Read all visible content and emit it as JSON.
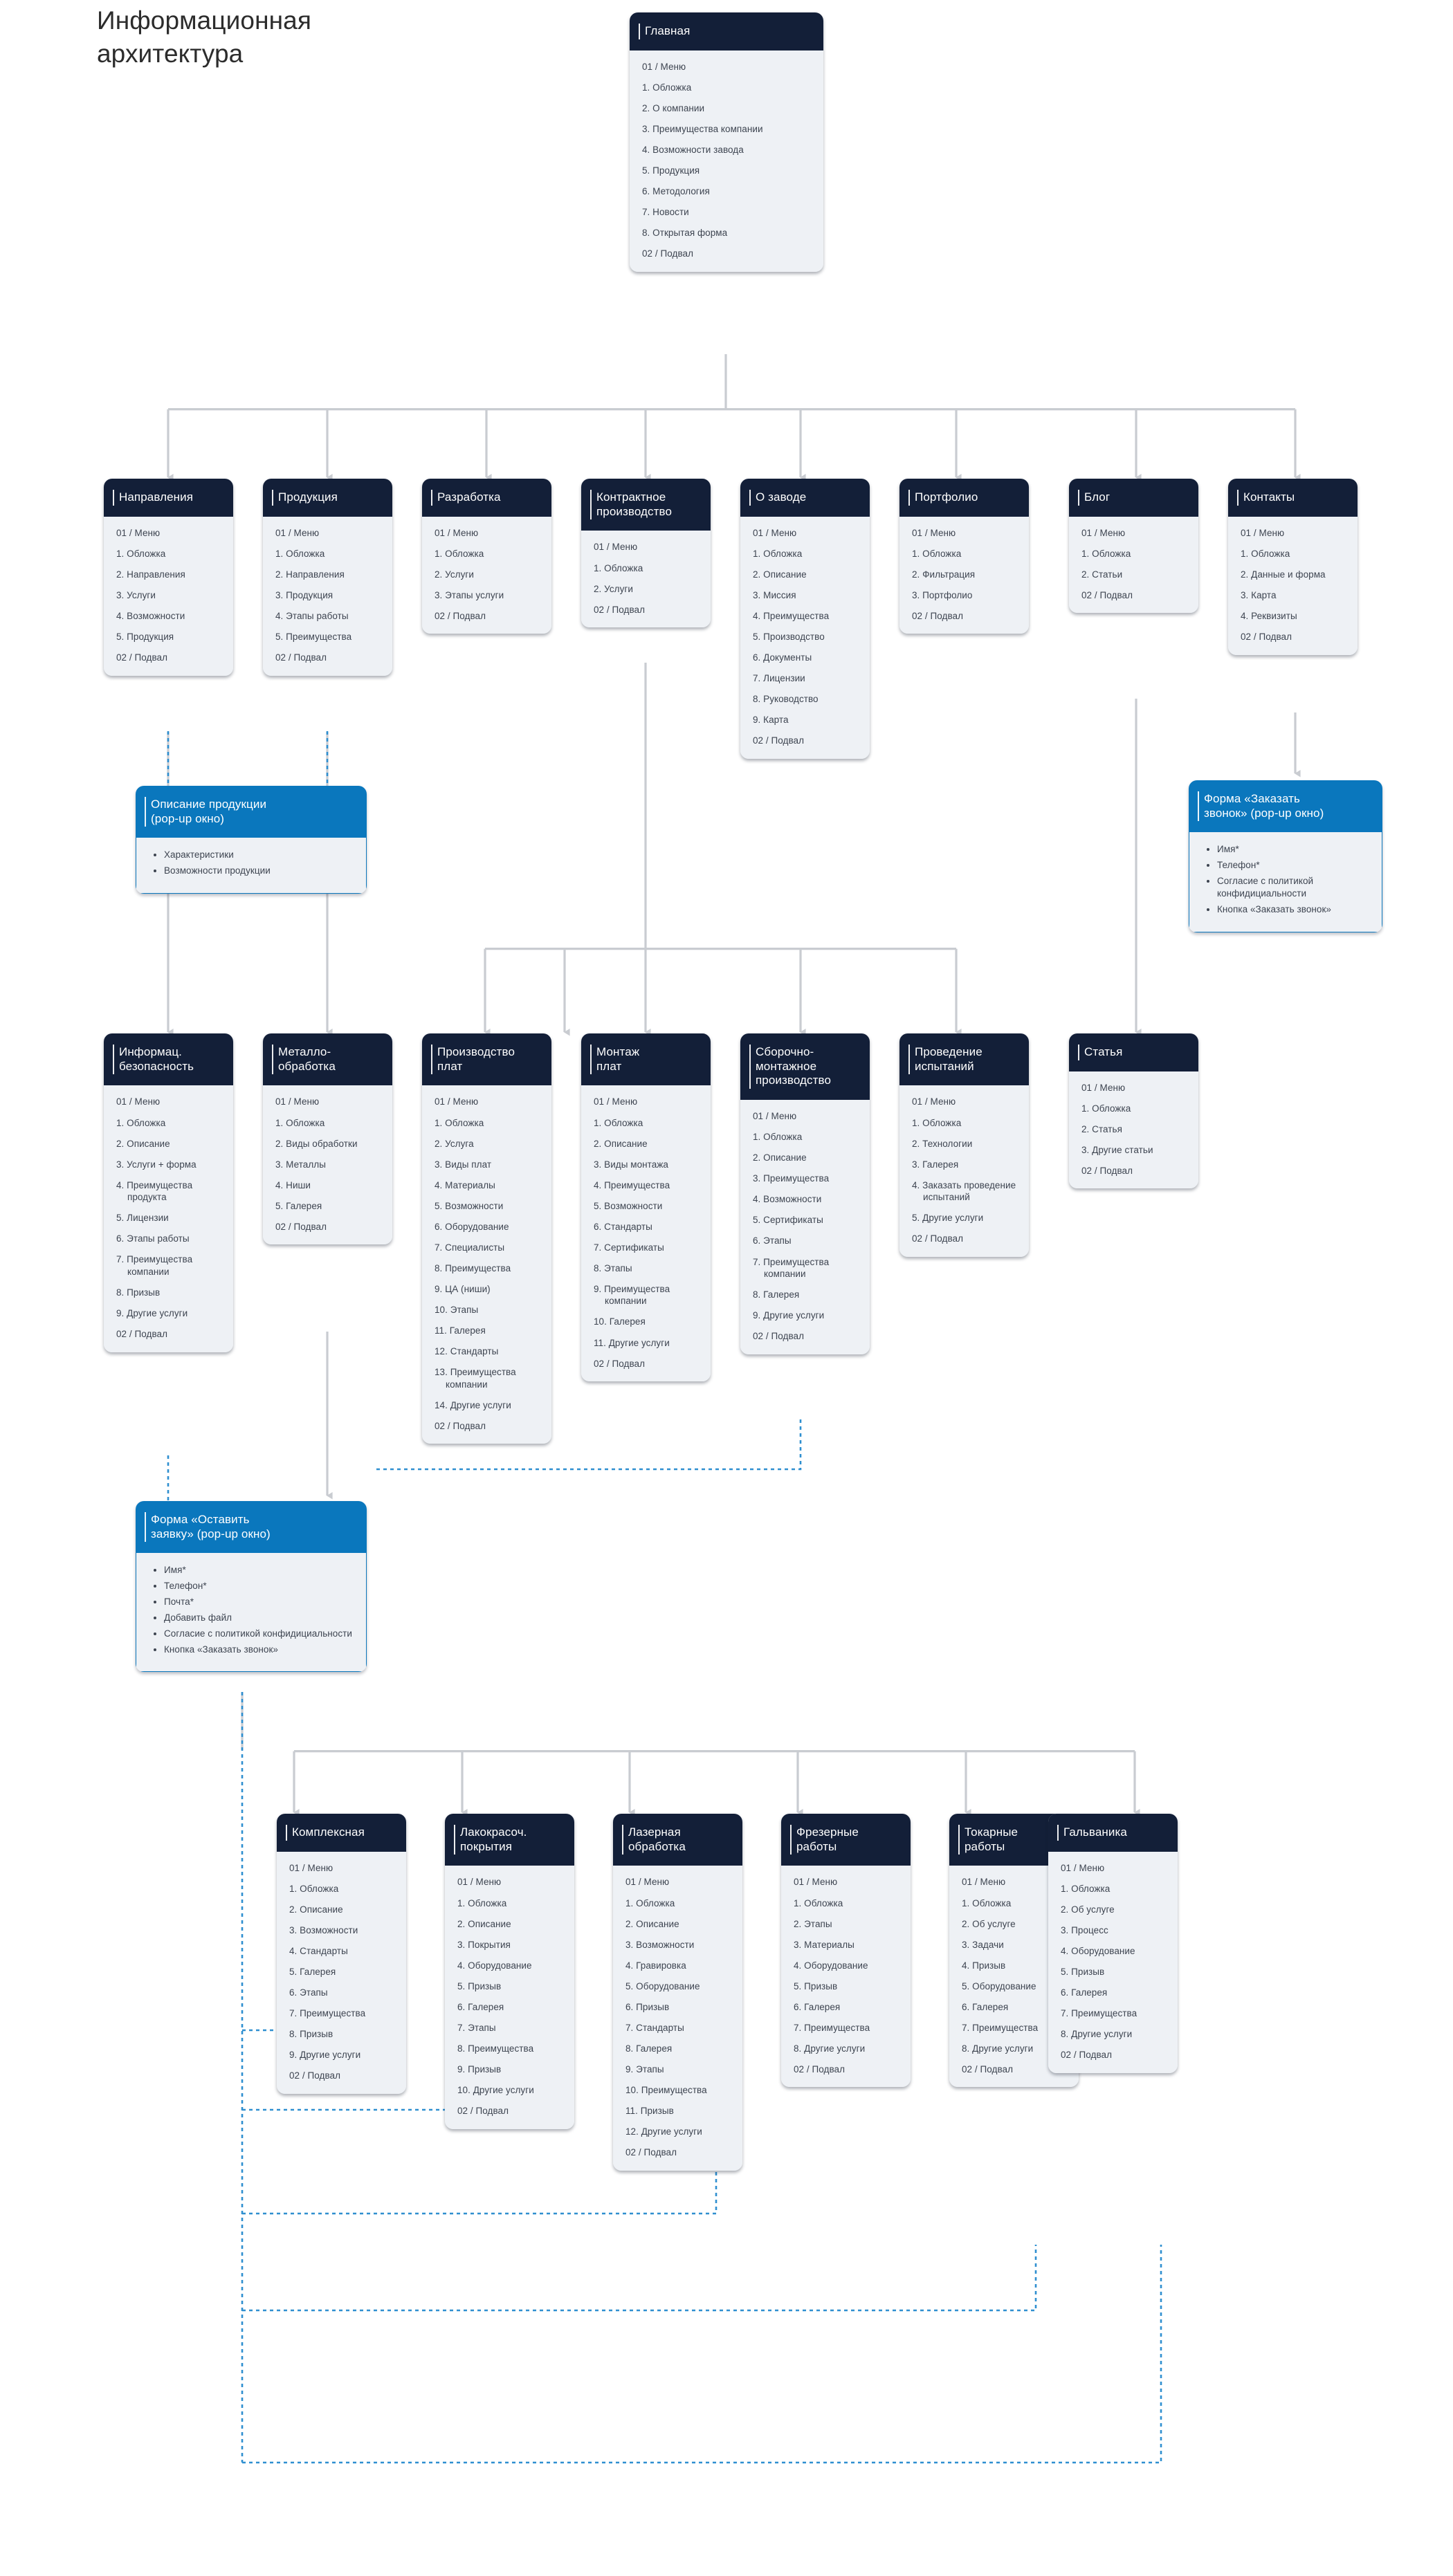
{
  "page": {
    "title": "Информационная\nархитектура",
    "colors": {
      "header_dark": "#131f38",
      "header_blue": "#0a77bd",
      "card_body": "#eef1f5",
      "connector_gray": "#c9ccd1",
      "connector_blue": "#2f8fd0",
      "text": "#3d4450",
      "background": "#ffffff"
    }
  },
  "nodes": {
    "root": {
      "title": "Главная",
      "items": [
        "01 / Меню",
        "1. Обложка",
        "2. О компании",
        "3. Преимущества компании",
        "4. Возможности завода",
        "5. Продукция",
        "6. Методология",
        "7. Новости",
        "8. Открытая форма",
        "02 / Подвал"
      ]
    },
    "napravleniya": {
      "title": "Направления",
      "items": [
        "01 / Меню",
        "1. Обложка",
        "2. Направления",
        "3. Услуги",
        "4. Возможности",
        "5. Продукция",
        "02 / Подвал"
      ]
    },
    "produkciya": {
      "title": "Продукция",
      "items": [
        "01 / Меню",
        "1. Обложка",
        "2. Направления",
        "3. Продукция",
        "4. Этапы работы",
        "5. Преимущества",
        "02 / Подвал"
      ]
    },
    "razrabotka": {
      "title": "Разработка",
      "items": [
        "01 / Меню",
        "1. Обложка",
        "2. Услуги",
        "3. Этапы услуги",
        "02 / Подвал"
      ]
    },
    "kontraktnoe": {
      "title": "Контрактное\nпроизводство",
      "items": [
        "01 / Меню",
        "1. Обложка",
        "2. Услуги",
        "02 / Подвал"
      ]
    },
    "ozavode": {
      "title": "О заводе",
      "items": [
        "01 / Меню",
        "1. Обложка",
        "2. Описание",
        "3. Миссия",
        "4. Преимущества",
        "5. Производство",
        "6. Документы",
        "7. Лицензии",
        "8. Руководство",
        "9. Карта",
        "02 / Подвал"
      ]
    },
    "portfolio": {
      "title": "Портфолио",
      "items": [
        "01 / Меню",
        "1. Обложка",
        "2. Фильтрация",
        "3. Портфолио",
        "02 / Подвал"
      ]
    },
    "blog": {
      "title": "Блог",
      "items": [
        "01 / Меню",
        "1. Обложка",
        "2. Статьи",
        "02 / Подвал"
      ]
    },
    "kontakty": {
      "title": "Контакты",
      "items": [
        "01 / Меню",
        "1. Обложка",
        "2. Данные и форма",
        "3. Карта",
        "4. Реквизиты",
        "02 / Подвал"
      ]
    },
    "popup_opisanie": {
      "title": "Описание продукции\n(pop-up окно)",
      "items": [
        "Характеристики",
        "Возможности продукции"
      ]
    },
    "popup_zvonok": {
      "title": "Форма «Заказать\nзвонок» (pop-up окно)",
      "items": [
        "Имя*",
        "Телефон*",
        "Согласие с политикой конфидициальности",
        "Кнопка «Заказать звонок»"
      ]
    },
    "popup_zayavka": {
      "title": "Форма «Оставить\nзаявку» (pop-up окно)",
      "items": [
        "Имя*",
        "Телефон*",
        "Почта*",
        "Добавить файл",
        "Согласие с политикой конфидициальности",
        "Кнопка «Заказать звонок»"
      ]
    },
    "infobez": {
      "title": "Информац.\nбезопасность",
      "items": [
        "01 / Меню",
        "1. Обложка",
        "2. Описание",
        "3. Услуги + форма",
        "4. Преимущества продукта",
        "5. Лицензии",
        "6. Этапы работы",
        "7.  Преимущества компании",
        "8. Призыв",
        "9. Другие услуги",
        "02 / Подвал"
      ]
    },
    "metallo": {
      "title": "Металло-\nобработка",
      "items": [
        "01 / Меню",
        "1. Обложка",
        "2. Виды обработки",
        "3. Металлы",
        "4. Ниши",
        "5. Галерея",
        "02 / Подвал"
      ]
    },
    "proizvplat": {
      "title": "Производство\nплат",
      "items": [
        "01 / Меню",
        "1. Обложка",
        "2. Услуга",
        "3. Виды плат",
        "4. Материалы",
        "5. Возможности",
        "6. Оборудование",
        "7. Специалисты",
        "8. Преимущества",
        "9. ЦА (ниши)",
        "10. Этапы",
        "11. Галерея",
        "12. Стандарты",
        "13. Преимущества компании",
        "14. Другие услуги",
        "02 / Подвал"
      ]
    },
    "montazhplat": {
      "title": "Монтаж\nплат",
      "items": [
        "01 / Меню",
        "1. Обложка",
        "2. Описание",
        "3. Виды монтажа",
        "4. Преимущества",
        "5. Возможности",
        "6. Стандарты",
        "7. Сертификаты",
        "8. Этапы",
        "9. Преимущества компании",
        "10. Галерея",
        "11. Другие услуги",
        "02 / Подвал"
      ]
    },
    "sborochno": {
      "title": "Сборочно-\nмонтажное\nпроизводство",
      "items": [
        "01 / Меню",
        "1. Обложка",
        "2. Описание",
        "3. Преимущества",
        "4. Возможности",
        "5. Сертификаты",
        "6. Этапы",
        "7. Преимущества компании",
        "8. Галерея",
        "9. Другие услуги",
        "02 / Подвал"
      ]
    },
    "ispytaniya": {
      "title": "Проведение\nиспытаний",
      "items": [
        "01 / Меню",
        "1. Обложка",
        "2. Технологии",
        "3. Галерея",
        "4. Заказать проведение испытаний",
        "5. Другие услуги",
        "02 / Подвал"
      ]
    },
    "statya": {
      "title": "Статья",
      "items": [
        "01 / Меню",
        "1. Обложка",
        "2. Статья",
        "3. Другие статьи",
        "02 / Подвал"
      ]
    },
    "kompleksnaya": {
      "title": "Комплексная",
      "items": [
        "01 / Меню",
        "1. Обложка",
        "2. Описание",
        "3. Возможности",
        "4. Стандарты",
        "5. Галерея",
        "6. Этапы",
        "7. Преимущества",
        "8. Призыв",
        "9. Другие услуги",
        "02 / Подвал"
      ]
    },
    "lakokras": {
      "title": "Лакокрасоч.\nпокрытия",
      "items": [
        "01 / Меню",
        "1. Обложка",
        "2. Описание",
        "3. Покрытия",
        "4. Оборудование",
        "5. Призыв",
        "6. Галерея",
        "7. Этапы",
        "8. Преимущества",
        "9. Призыв",
        "10. Другие услуги",
        "02 / Подвал"
      ]
    },
    "lazernaya": {
      "title": "Лазерная\nобработка",
      "items": [
        "01 / Меню",
        "1. Обложка",
        "2. Описание",
        "3. Возможности",
        "4. Гравировка",
        "5. Оборудование",
        "6. Призыв",
        "7. Стандарты",
        "8. Галерея",
        "9. Этапы",
        "10. Преимущества",
        "11. Призыв",
        "12. Другие услуги",
        "02 / Подвал"
      ]
    },
    "frezernye": {
      "title": "Фрезерные\nработы",
      "items": [
        "01 / Меню",
        "1. Обложка",
        "2. Этапы",
        "3. Материалы",
        "4. Оборудование",
        "5. Призыв",
        "6. Галерея",
        "7. Преимущества",
        "8. Другие услуги",
        "02 / Подвал"
      ]
    },
    "tokarnye": {
      "title": "Токарные\nработы",
      "items": [
        "01 / Меню",
        "1. Обложка",
        "2. Об услуге",
        "3. Задачи",
        "4. Призыв",
        "5. Оборудование",
        "6. Галерея",
        "7. Преимущества",
        "8. Другие услуги",
        "02 / Подвал"
      ]
    },
    "galvanika": {
      "title": "Гальваника",
      "items": [
        "01 / Меню",
        "1. Обложка",
        "2. Об услуге",
        "3. Процесс",
        "4. Оборудование",
        "5. Призыв",
        "6. Галерея",
        "7. Преимущества",
        "8. Другие услуги",
        "02 / Подвал"
      ]
    }
  }
}
